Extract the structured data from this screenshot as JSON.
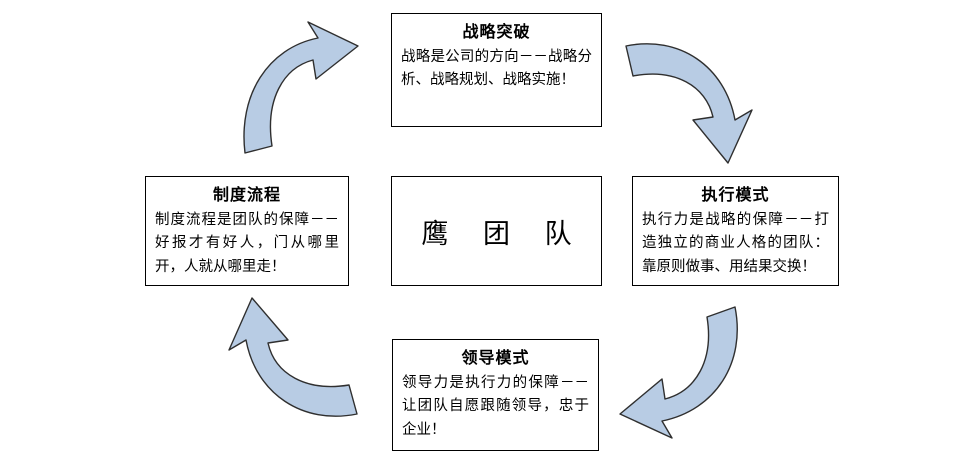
{
  "diagram": {
    "title": "鹰 团 队",
    "center": {
      "label": "鹰 团 队"
    },
    "colors": {
      "arrow_fill": "#b8cce4",
      "arrow_stroke": "#2f2f2f",
      "box_border": "#000000",
      "box_background": "#ffffff",
      "text": "#000000"
    },
    "nodes": [
      {
        "id": "strategy",
        "title": "战略突破",
        "body": "战略是公司的方向－－战略分析、战略规划、战略实施！"
      },
      {
        "id": "execution",
        "title": "执行模式",
        "body": "执行力是战略的保障－－打造独立的商业人格的团队：靠原则做事、用结果交换！"
      },
      {
        "id": "leadership",
        "title": "领导模式",
        "body": "领导力是执行力的保障－－让团队自愿跟随领导，忠于企业！"
      },
      {
        "id": "system",
        "title": "制度流程",
        "body": "制度流程是团队的保障－－好报才有好人，门从哪里开，人就从哪里走！"
      }
    ],
    "arrows": [
      {
        "id": "arrow-system-to-strategy",
        "name": "curved-arrow-upper-left"
      },
      {
        "id": "arrow-strategy-to-execution",
        "name": "curved-arrow-upper-right"
      },
      {
        "id": "arrow-execution-to-leadership",
        "name": "curved-arrow-lower-right"
      },
      {
        "id": "arrow-leadership-to-system",
        "name": "curved-arrow-lower-left"
      }
    ]
  }
}
